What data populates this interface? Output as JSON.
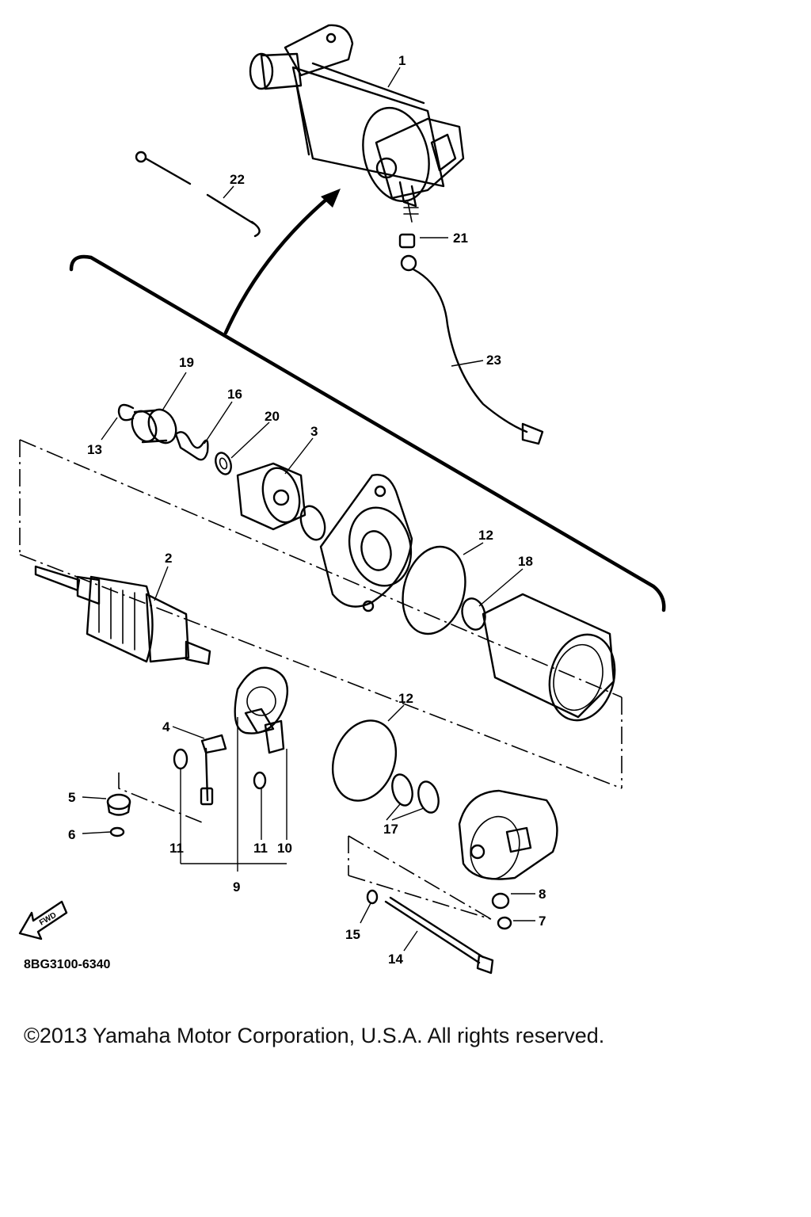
{
  "diagram": {
    "callouts": {
      "c1": "1",
      "c2": "2",
      "c3": "3",
      "c4": "4",
      "c5": "5",
      "c6": "6",
      "c7": "7",
      "c8": "8",
      "c9": "9",
      "c10": "10",
      "c11a": "11",
      "c11b": "11",
      "c12a": "12",
      "c12b": "12",
      "c13": "13",
      "c14": "14",
      "c15": "15",
      "c16": "16",
      "c17": "17",
      "c18": "18",
      "c19": "19",
      "c20": "20",
      "c21": "21",
      "c22": "22",
      "c23": "23"
    },
    "fwd_label": "FWD",
    "drawing_code": "8BG3100-6340"
  },
  "footer": {
    "copyright": "©2013 Yamaha Motor Corporation, U.S.A. All rights reserved."
  }
}
